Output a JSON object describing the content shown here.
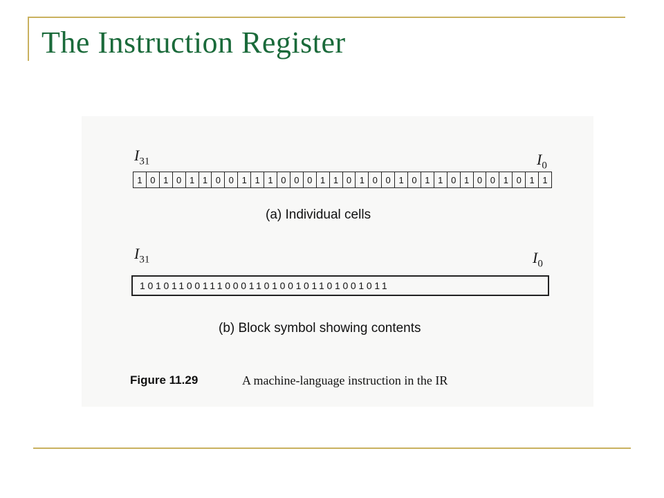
{
  "slide": {
    "title": "The Instruction Register"
  },
  "figure": {
    "msb_label": "I",
    "msb_index": "31",
    "lsb_label": "I",
    "lsb_index": "0",
    "bits": [
      "1",
      "0",
      "1",
      "0",
      "1",
      "1",
      "0",
      "0",
      "1",
      "1",
      "1",
      "0",
      "0",
      "0",
      "1",
      "1",
      "0",
      "1",
      "0",
      "0",
      "1",
      "0",
      "1",
      "1",
      "0",
      "1",
      "0",
      "0",
      "1",
      "0",
      "1",
      "1"
    ],
    "block_bits": "10101100111000110100101101001011",
    "caption_a": "(a)  Individual cells",
    "caption_b": "(b)  Block symbol showing contents",
    "figure_label": "Figure 11.29",
    "figure_caption": "A machine-language instruction in the IR"
  },
  "colors": {
    "title": "#1a6a3a",
    "rules": "#c9b15f"
  }
}
